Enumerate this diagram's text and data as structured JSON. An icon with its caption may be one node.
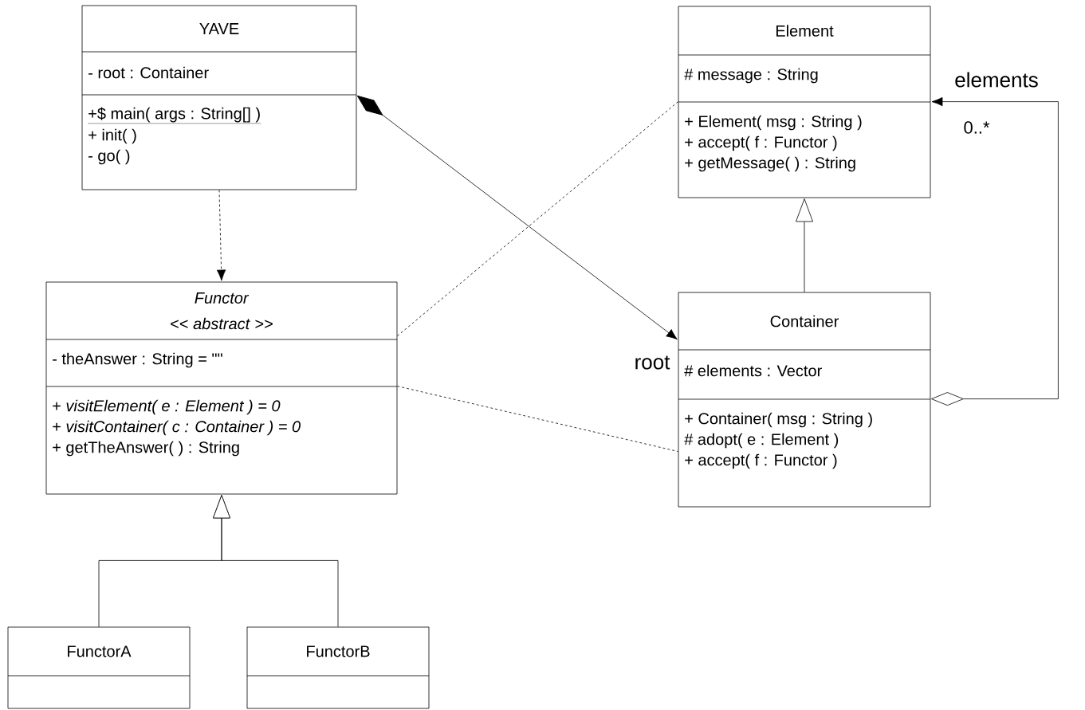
{
  "diagram": {
    "nodes": [
      {
        "text": [
          "YAVE",
          "- root : Container",
          "+$ main( args : String[]  )",
          "+ init( )",
          "- go( )"
        ]
      },
      {
        "text": [
          "*Functor*",
          "<< *abstract* >>",
          "- theAnswer : String  = \"\"",
          "+ *visitElement( e : Element ) = 0*",
          "+ *visitContainer( c : Container ) = 0*",
          "+ getTheAnswer( ) : String"
        ]
      },
      {
        "text": [
          "Element",
          "# message : String",
          "+ Element( msg : String )",
          "+ accept( f : Functor )",
          "+ getMessage( ) : String"
        ]
      },
      {
        "text": [
          "Container",
          "# elements : Vector",
          "+ Container( msg : String )",
          "# adopt( e : Element )",
          "+ accept( f : Functor )"
        ]
      },
      {
        "text": [
          "FunctorA"
        ]
      },
      {
        "text": [
          "FunctorB"
        ]
      }
    ],
    "edges": [
      {
        "from": 0,
        "to": 3,
        "arrow": "to"
      },
      {
        "from": 0,
        "to": 1,
        "arrow": "to",
        "style": "dashed"
      },
      {
        "from": 1,
        "to": 2,
        "arrow": "none",
        "style": "dashed"
      },
      {
        "from": 1,
        "to": 3,
        "arrow": "none",
        "style": "dashed"
      },
      {
        "from": 3,
        "to": 2,
        "arrow": "to"
      },
      {
        "from": 3,
        "to": 2,
        "arrow": "to"
      },
      {
        "from": 4,
        "to": 1,
        "arrow": "to"
      },
      {
        "from": 5,
        "to": 1,
        "arrow": "to"
      }
    ],
    "labels": [
      "elements",
      "0..*",
      "root"
    ]
  }
}
